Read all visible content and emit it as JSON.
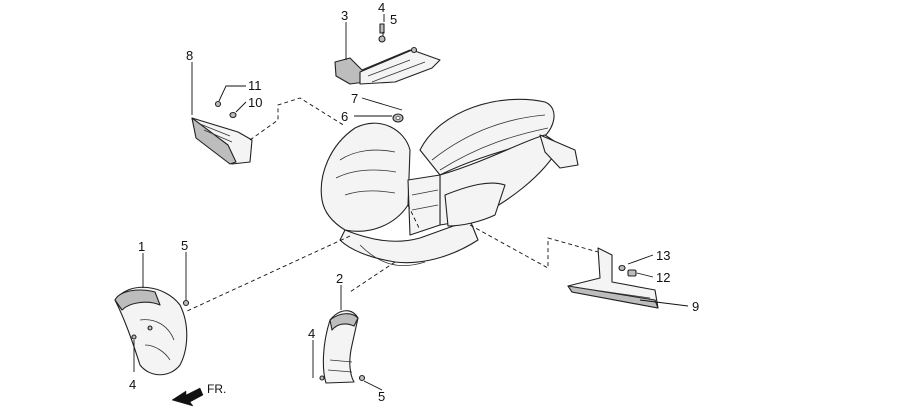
{
  "diagram": {
    "callouts": {
      "c1": "1",
      "c2": "2",
      "c3": "3",
      "c4a": "4",
      "c4b": "4",
      "c4c": "4",
      "c5a": "5",
      "c5b": "5",
      "c5c": "5",
      "c6": "6",
      "c7": "7",
      "c8": "8",
      "c9": "9",
      "c10": "10",
      "c11": "11",
      "c12": "12",
      "c13": "13"
    },
    "direction_label": "FR."
  }
}
